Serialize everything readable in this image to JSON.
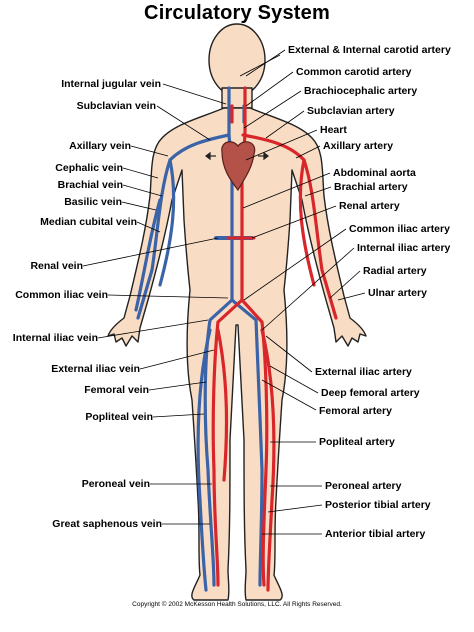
{
  "title": "Circulatory System",
  "colors": {
    "skin": "#f9dcc4",
    "outline": "#222222",
    "artery": "#d8262a",
    "vein": "#3a63a8",
    "heart": "#b4524a"
  },
  "labels_left": [
    "Internal jugular vein",
    "Subclavian vein",
    "Axillary vein",
    "Cephalic vein",
    "Brachial vein",
    "Basilic vein",
    "Median cubital vein",
    "Renal vein",
    "Common iliac vein",
    "Internal iliac vein",
    "External iliac vein",
    "Femoral vein",
    "Popliteal vein",
    "Peroneal vein",
    "Great saphenous vein"
  ],
  "labels_right": [
    "External & Internal carotid artery",
    "Common carotid artery",
    "Brachiocephalic artery",
    "Subclavian artery",
    "Heart",
    "Axillary artery",
    "Abdominal aorta",
    "Brachial artery",
    "Renal artery",
    "Common iliac artery",
    "Internal iliac artery",
    "Radial artery",
    "Ulnar artery",
    "External iliac artery",
    "Deep femoral artery",
    "Femoral artery",
    "Popliteal artery",
    "Peroneal artery",
    "Posterior tibial artery",
    "Anterior tibial artery"
  ],
  "copyright": "Copyright © 2002 McKesson Health Solutions, LLC. All Rights Reserved."
}
